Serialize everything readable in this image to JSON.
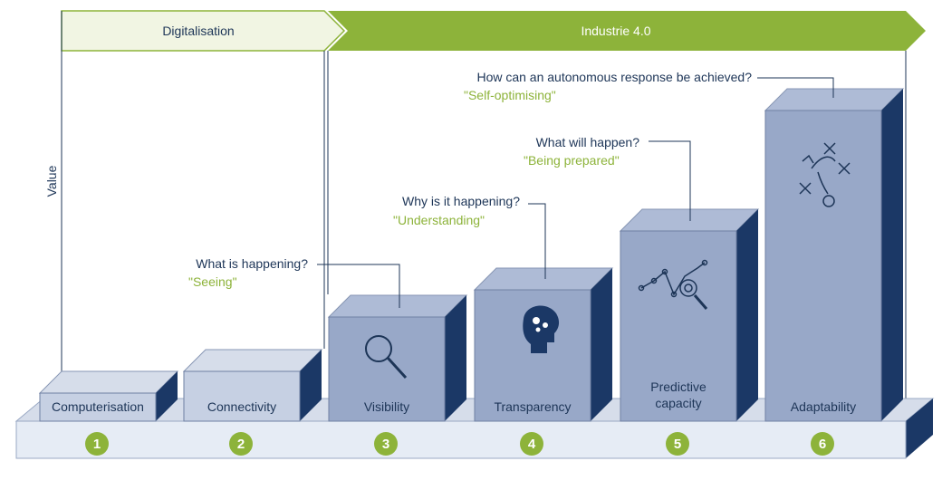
{
  "bands": {
    "digitalisation": "Digitalisation",
    "industrie": "Industrie 4.0"
  },
  "axis": {
    "ylabel": "Value"
  },
  "stages": [
    {
      "number": "1",
      "label": "Computerisation",
      "question": "",
      "answer": ""
    },
    {
      "number": "2",
      "label": "Connectivity",
      "question": "",
      "answer": ""
    },
    {
      "number": "3",
      "label": "Visibility",
      "question": "What is happening?",
      "answer": "\"Seeing\"",
      "icon": "magnifier-icon"
    },
    {
      "number": "4",
      "label": "Transparency",
      "question": "Why is it happening?",
      "answer": "\"Understanding\"",
      "icon": "head-gears-icon"
    },
    {
      "number": "5",
      "label": [
        "Predictive",
        "capacity"
      ],
      "question": "What will happen?",
      "answer": "\"Being prepared\"",
      "icon": "predictive-graph-icon"
    },
    {
      "number": "6",
      "label": "Adaptability",
      "question": "How can an autonomous response be achieved?",
      "answer": "\"Self-optimising\"",
      "icon": "strategy-play-icon"
    }
  ],
  "colors": {
    "front": "#98a8c8",
    "top": "#aebbd6",
    "side": "#1b3866",
    "low_front": "#c6d0e3",
    "low_top": "#d6ddea",
    "base_front": "#e6ecf5",
    "green": "#8db33a",
    "navy": "#1d3557"
  }
}
